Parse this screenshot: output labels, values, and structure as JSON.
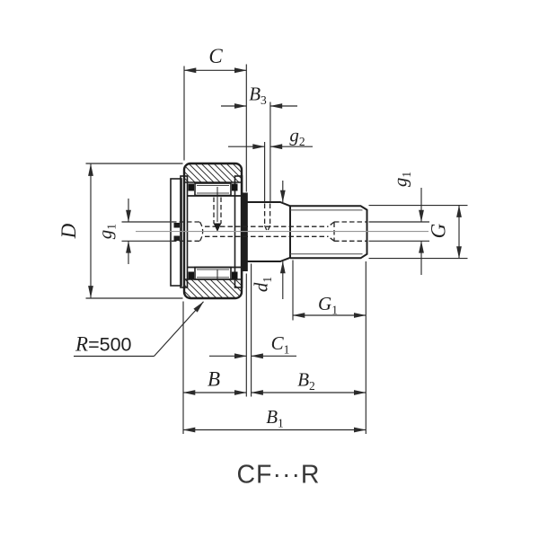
{
  "caption": "CF···R",
  "radius_note": {
    "prefix": "R",
    "value": "=500"
  },
  "labels": {
    "C": {
      "base": "C",
      "sub": ""
    },
    "B3": {
      "base": "B",
      "sub": "3"
    },
    "g2": {
      "base": "g",
      "sub": "2"
    },
    "D": {
      "base": "D",
      "sub": ""
    },
    "g1_left": {
      "base": "g",
      "sub": "1"
    },
    "d1": {
      "base": "d",
      "sub": "1"
    },
    "G1": {
      "base": "G",
      "sub": "1"
    },
    "C1": {
      "base": "C",
      "sub": "1"
    },
    "B": {
      "base": "B",
      "sub": ""
    },
    "B2": {
      "base": "B",
      "sub": "2"
    },
    "B1": {
      "base": "B",
      "sub": "1"
    },
    "g1_right": {
      "base": "g",
      "sub": "1"
    },
    "G": {
      "base": "G",
      "sub": ""
    }
  },
  "colors": {
    "background": "#ffffff",
    "outline": "#1f1f1f",
    "dimension_line": "#2b2b2b",
    "centerline": "#969696",
    "caption_text": "#383838"
  }
}
